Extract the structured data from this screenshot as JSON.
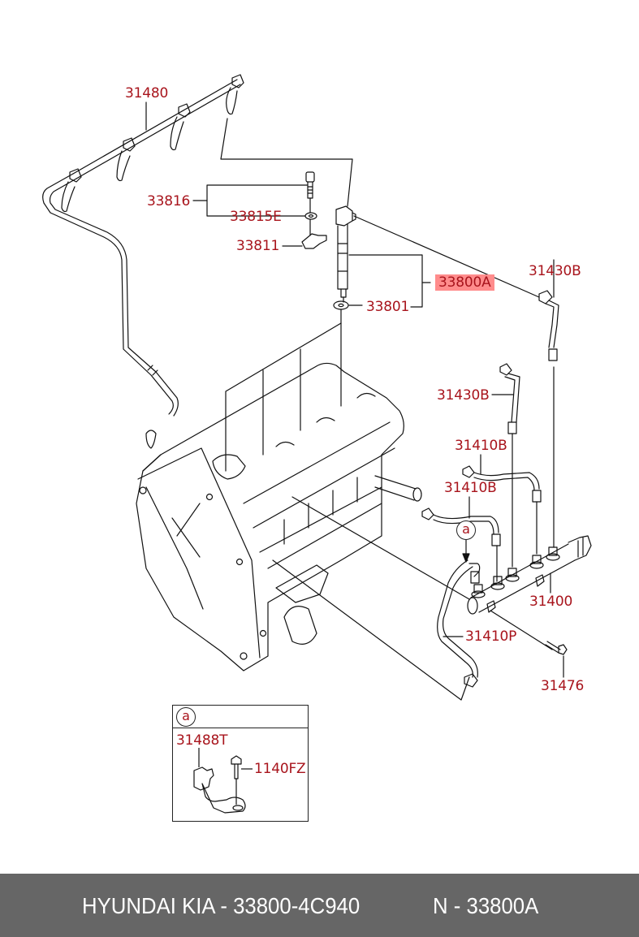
{
  "diagram": {
    "title": "Fuel injection system – exploded parts diagram",
    "label_color": "#a8141c",
    "highlight_color": "#ff8c8c",
    "callouts": [
      {
        "id": "31480",
        "text": "31480",
        "part": "fuel-return-hose-assembly"
      },
      {
        "id": "33816",
        "text": "33816",
        "part": "injector-clamp-bolt-kit"
      },
      {
        "id": "33815E",
        "text": "33815E",
        "part": "washer"
      },
      {
        "id": "33811",
        "text": "33811",
        "part": "injector-clamp"
      },
      {
        "id": "33800A",
        "text": "33800A",
        "part": "injector-assembly",
        "highlighted": true
      },
      {
        "id": "33801",
        "text": "33801",
        "part": "injector-seal-washer"
      },
      {
        "id": "31430B-1",
        "text": "31430B",
        "part": "high-pressure-pipe"
      },
      {
        "id": "31430B-2",
        "text": "31430B",
        "part": "high-pressure-pipe"
      },
      {
        "id": "31410B-1",
        "text": "31410B",
        "part": "high-pressure-pipe"
      },
      {
        "id": "31410B-2",
        "text": "31410B",
        "part": "high-pressure-pipe"
      },
      {
        "id": "31400",
        "text": "31400",
        "part": "common-rail"
      },
      {
        "id": "31410P",
        "text": "31410P",
        "part": "supply-pipe"
      },
      {
        "id": "31476",
        "text": "31476",
        "part": "rail-mounting-bolt"
      }
    ],
    "ref_marker": "a",
    "inset": {
      "marker": "a",
      "callouts": [
        {
          "id": "31488T",
          "text": "31488T",
          "part": "pipe-bracket"
        },
        {
          "id": "1140FZ",
          "text": "1140FZ",
          "part": "bracket-bolt"
        }
      ]
    }
  },
  "footer": {
    "brand_part": "HYUNDAI KIA - 33800-4C940",
    "ref": "N - 33800A"
  }
}
